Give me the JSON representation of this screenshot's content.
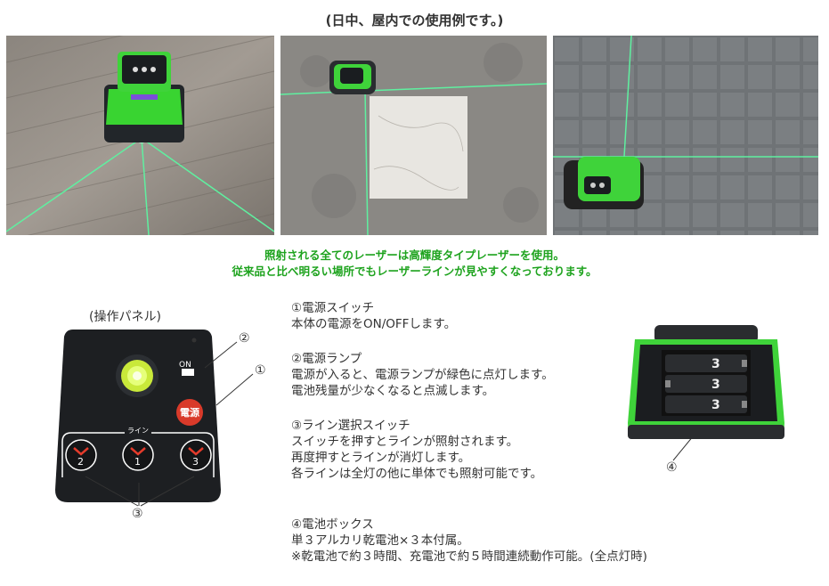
{
  "heading": "(日中、屋内での使用例です。)",
  "caption": {
    "line1": "照射される全てのレーザーは高輝度タイプレーザーを使用。",
    "line2": "従来品と比べ明るい場所でもレーザーラインが見やすくなっております。"
  },
  "panel": {
    "title": "(操作パネル)",
    "on_label": "ON",
    "power_button": "電源",
    "line_label": "ライン",
    "buttons": [
      "2",
      "1",
      "3"
    ],
    "callouts": [
      "②",
      "①",
      "③"
    ]
  },
  "battery_callout": "④",
  "descriptions": [
    {
      "title": "①電源スイッチ",
      "lines": [
        "本体の電源をON/OFFします。"
      ]
    },
    {
      "title": "②電源ランプ",
      "lines": [
        "電源が入ると、電源ランプが緑色に点灯します。",
        "電池残量が少なくなると点滅します。"
      ]
    },
    {
      "title": "③ライン選択スイッチ",
      "lines": [
        "スイッチを押すとラインが照射されます。",
        "再度押すとラインが消灯します。",
        "各ラインは全灯の他に単体でも照射可能です。"
      ]
    },
    {
      "title": "④電池ボックス",
      "lines": [
        "単３アルカリ乾電池×３本付属。",
        "※乾電池で約３時間、充電池で約５時間連続動作可能。(全点灯時)"
      ]
    }
  ],
  "colors": {
    "accent_green": "#1ea31e",
    "laser_green": "#3ee07a",
    "device_green": "#3fd33a"
  }
}
